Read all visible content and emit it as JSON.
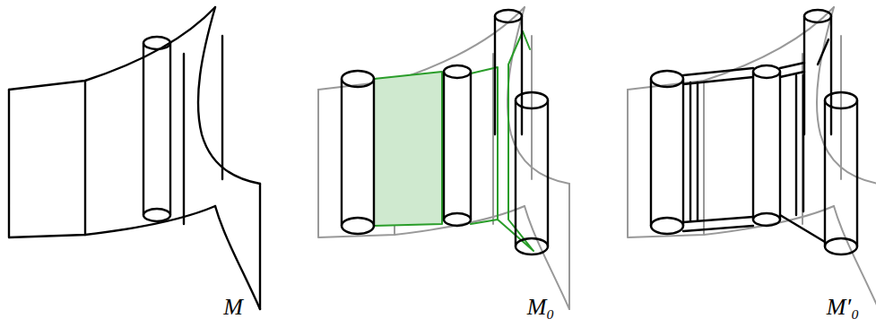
{
  "diagram": {
    "labels": [
      "M",
      "M₀",
      "M′₀"
    ]
  }
}
